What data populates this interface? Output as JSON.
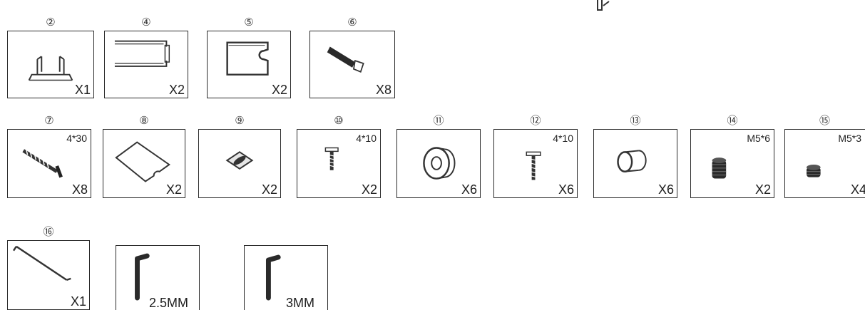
{
  "parts": {
    "p2": {
      "number": "②",
      "qty": "X1"
    },
    "p4": {
      "number": "④",
      "qty": "X2"
    },
    "p5": {
      "number": "⑤",
      "qty": "X2"
    },
    "p6": {
      "number": "⑥",
      "qty": "X8"
    },
    "p7": {
      "number": "⑦",
      "qty": "X8",
      "spec": "4*30"
    },
    "p8": {
      "number": "⑧",
      "qty": "X2"
    },
    "p9": {
      "number": "⑨",
      "qty": "X2"
    },
    "p10": {
      "number": "⑩",
      "qty": "X2",
      "spec": "4*10"
    },
    "p11": {
      "number": "⑪",
      "qty": "X6"
    },
    "p12": {
      "number": "⑫",
      "qty": "X6",
      "spec": "4*10"
    },
    "p13": {
      "number": "⑬",
      "qty": "X6"
    },
    "p14": {
      "number": "⑭",
      "qty": "X2",
      "spec": "M5*6"
    },
    "p15": {
      "number": "⑮",
      "qty": "X4",
      "spec": "M5*3"
    },
    "p16": {
      "number": "⑯",
      "qty": "X1"
    }
  },
  "keys": {
    "k25": {
      "size": "2.5MM"
    },
    "k3": {
      "size": "3MM"
    }
  }
}
